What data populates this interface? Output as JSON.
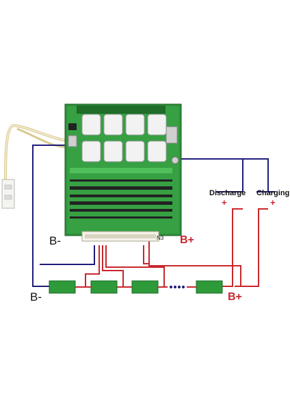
{
  "labels": {
    "b_minus_board": "B-",
    "b_plus_board": "B+",
    "b_minus_cells": "B-",
    "b_plus_cells": "B+",
    "discharge": "Discharge",
    "charging": "Charging",
    "plus_discharge": "+",
    "plus_charging": "+",
    "minus_discharge": "-",
    "minus_charging": "-",
    "board_code": "N3"
  },
  "colors": {
    "board_green": "#2f8f3a",
    "wire_blue": "#1e1b7a",
    "wire_red": "#c8262b",
    "cell_green": "#2e9a3a",
    "sensor_wire": "#e8dcb0"
  }
}
